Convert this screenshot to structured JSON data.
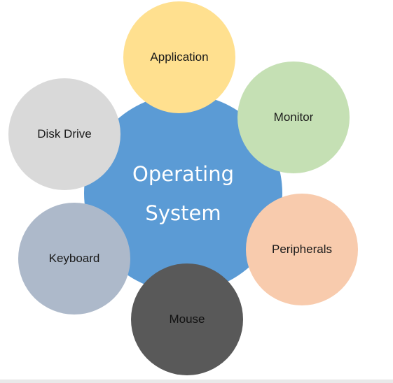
{
  "diagram": {
    "center": {
      "label": "Operating System",
      "color": "#5b9bd5"
    },
    "nodes": [
      {
        "key": "application",
        "label": "Application",
        "color": "#ffe08f"
      },
      {
        "key": "monitor",
        "label": "Monitor",
        "color": "#c5e0b4"
      },
      {
        "key": "peripherals",
        "label": "Peripherals",
        "color": "#f8cbad"
      },
      {
        "key": "mouse",
        "label": "Mouse",
        "color": "#595959"
      },
      {
        "key": "keyboard",
        "label": "Keyboard",
        "color": "#adb9ca"
      },
      {
        "key": "disk_drive",
        "label": "Disk Drive",
        "color": "#d9d9d9"
      }
    ]
  }
}
